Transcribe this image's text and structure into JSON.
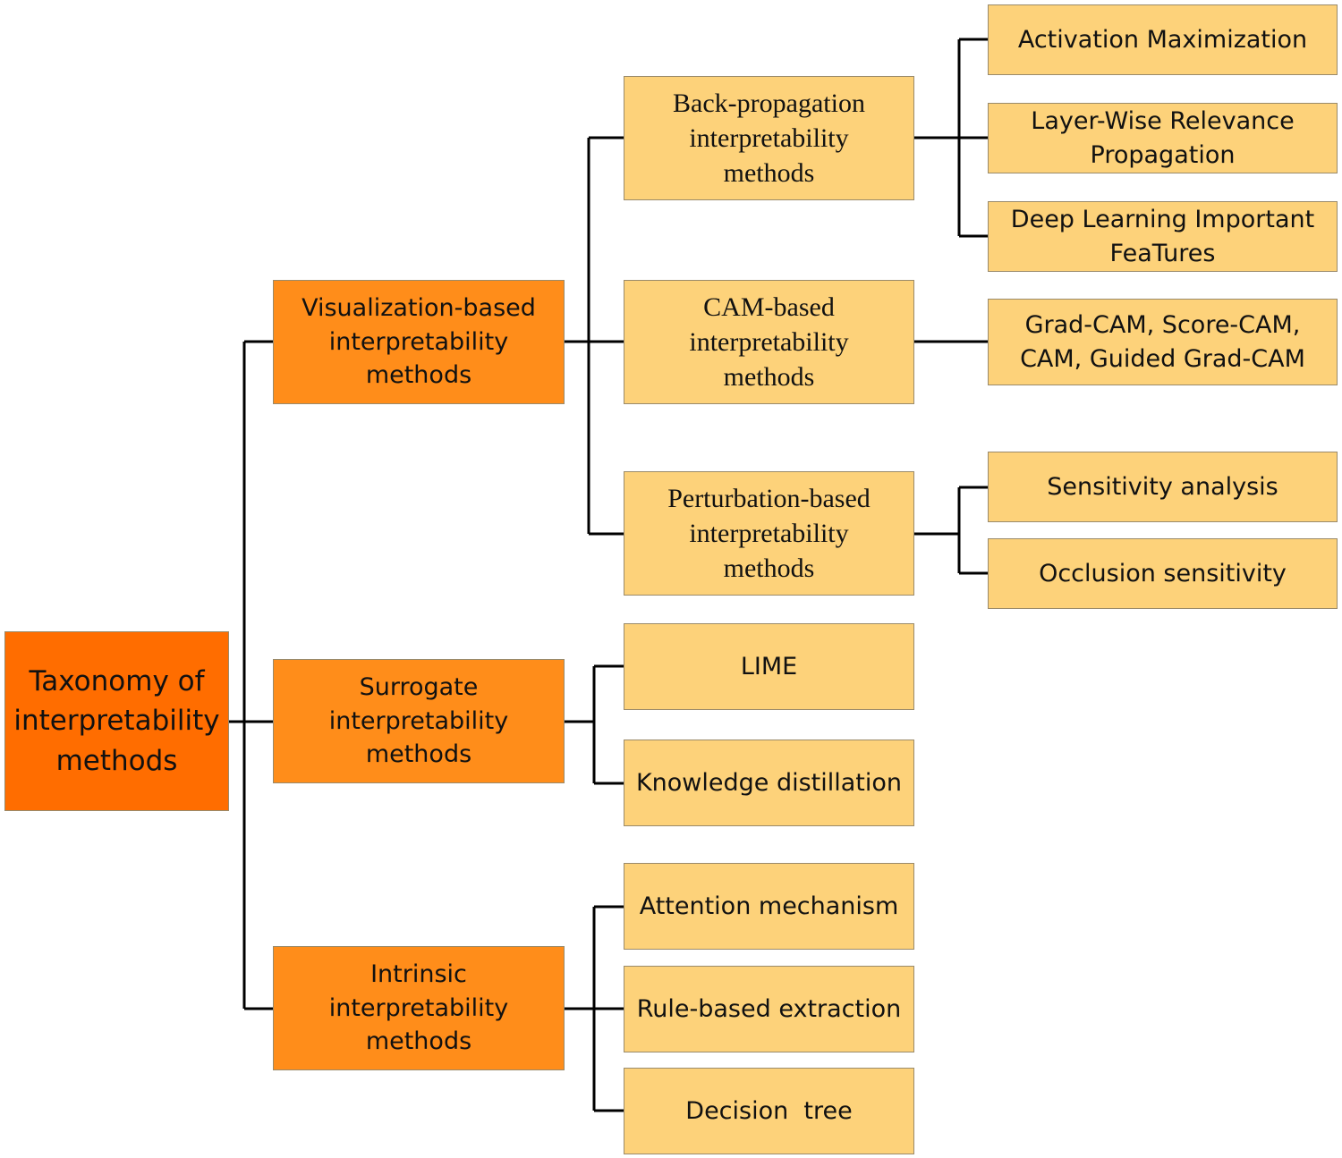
{
  "diagram": {
    "root": {
      "label": "Taxonomy of\ninterpretability\nmethods"
    },
    "categories": {
      "visualization": {
        "label": "Visualization-based\ninterpretability\nmethods"
      },
      "surrogate": {
        "label": "Surrogate\ninterpretability\nmethods"
      },
      "intrinsic": {
        "label": "Intrinsic\ninterpretability\nmethods"
      }
    },
    "subcategories": {
      "backprop": {
        "label": "Back-propagation\ninterpretability\nmethods"
      },
      "cam": {
        "label": "CAM-based\ninterpretability\nmethods"
      },
      "perturbation": {
        "label": "Perturbation-based\ninterpretability\nmethods"
      },
      "lime": {
        "label": "LIME"
      },
      "knowledge_distillation": {
        "label": "Knowledge distillation"
      },
      "attention": {
        "label": "Attention mechanism"
      },
      "rule_based": {
        "label": "Rule-based extraction"
      },
      "decision_tree": {
        "label": "Decision  tree"
      }
    },
    "leaves": {
      "activation_max": {
        "label": "Activation Maximization"
      },
      "lrp": {
        "label": "Layer-Wise Relevance\nPropagation"
      },
      "deeplift": {
        "label": "Deep Learning Important\nFeaTures"
      },
      "cam_variants": {
        "label": "Grad-CAM, Score-CAM,\nCAM, Guided Grad-CAM"
      },
      "sensitivity": {
        "label": "Sensitivity analysis"
      },
      "occlusion": {
        "label": "Occlusion sensitivity"
      }
    }
  }
}
